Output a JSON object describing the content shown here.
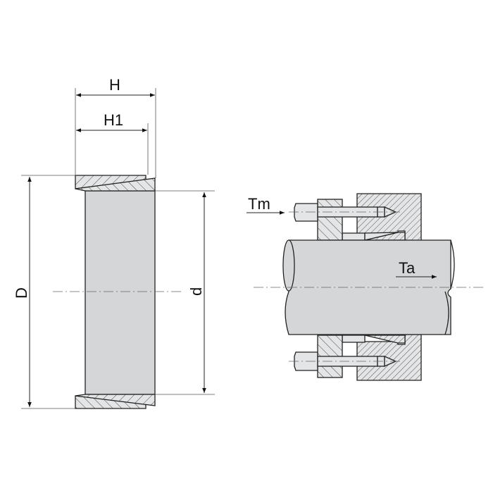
{
  "labels": {
    "H": "H",
    "H1": "H1",
    "D": "D",
    "d": "d",
    "Tm": "Tm",
    "Ta": "Ta"
  },
  "colors": {
    "body_fill": "#d4d6d7",
    "hatch_fill": "#e4e5e6",
    "line": "#222222"
  }
}
